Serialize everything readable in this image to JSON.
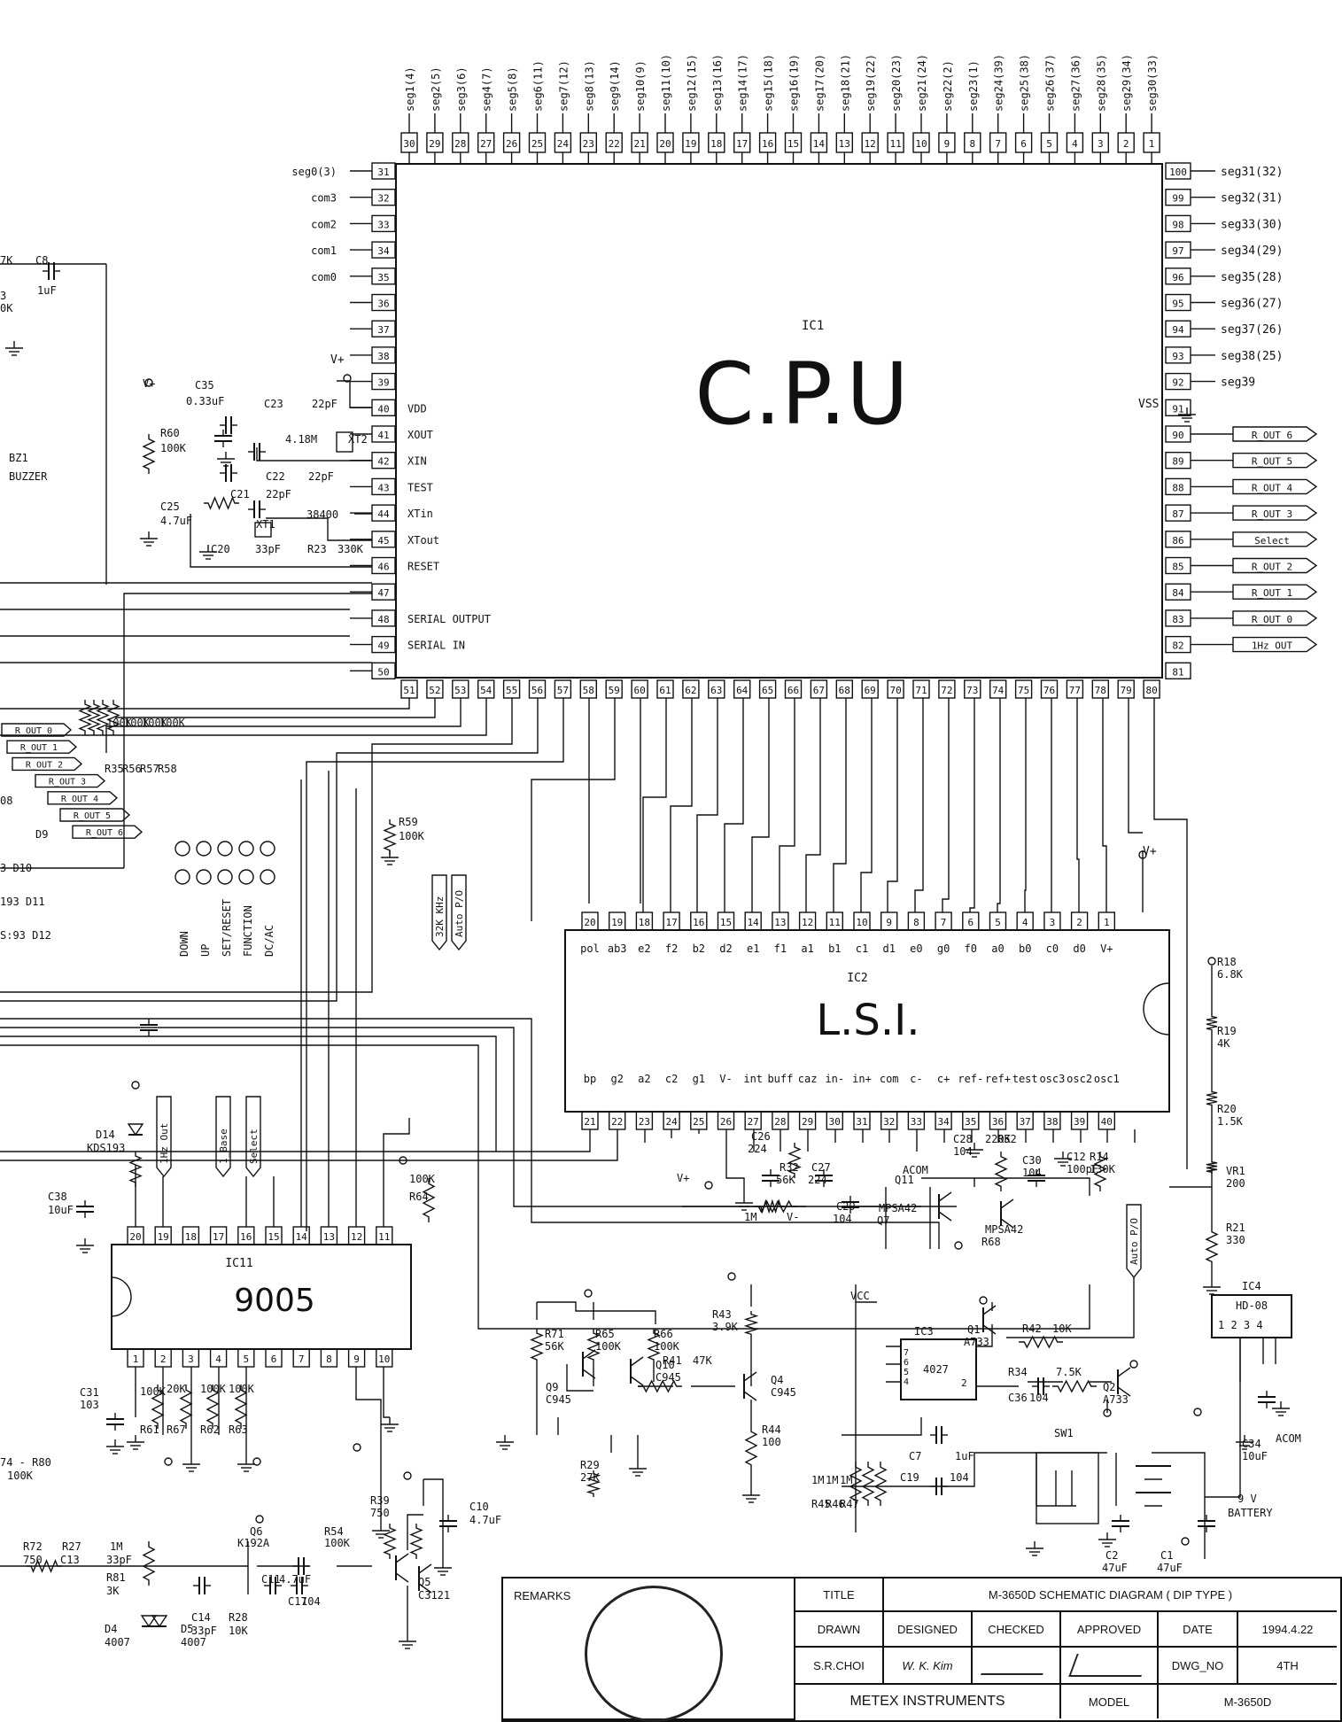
{
  "top_pins": {
    "labels": [
      "seg1(4)",
      "seg2(5)",
      "seg3(6)",
      "seg4(7)",
      "seg5(8)",
      "seg6(11)",
      "seg7(12)",
      "seg8(13)",
      "seg9(14)",
      "seg10(9)",
      "seg11(10)",
      "seg12(15)",
      "seg13(16)",
      "seg14(17)",
      "seg15(18)",
      "seg16(19)",
      "seg17(20)",
      "seg18(21)",
      "seg19(22)",
      "seg20(23)",
      "seg21(24)",
      "seg22(2)",
      "seg23(1)",
      "seg24(39)",
      "seg25(38)",
      "seg26(37)",
      "seg27(36)",
      "seg28(35)",
      "seg29(34)",
      "seg30(33)"
    ],
    "numbers": [
      "30",
      "29",
      "28",
      "27",
      "26",
      "25",
      "24",
      "23",
      "22",
      "21",
      "20",
      "19",
      "18",
      "17",
      "16",
      "15",
      "14",
      "13",
      "12",
      "11",
      "10",
      "9",
      "8",
      "7",
      "6",
      "5",
      "4",
      "3",
      "2",
      "1"
    ]
  },
  "left_pins": {
    "numbers": [
      "31",
      "32",
      "33",
      "34",
      "35",
      "36",
      "37",
      "38",
      "39",
      "40",
      "41",
      "42",
      "43",
      "44",
      "45",
      "46",
      "47",
      "48",
      "49",
      "50"
    ],
    "outer_labels": [
      "seg0(3)",
      "com3",
      "com2",
      "com1",
      "com0",
      "",
      "",
      "",
      "",
      "",
      "",
      "",
      "",
      "",
      "",
      "",
      "",
      "",
      "",
      ""
    ],
    "inner_labels": [
      "",
      "",
      "",
      "",
      "",
      "",
      "",
      "",
      "",
      "VDD",
      "XOUT",
      "XIN",
      "TEST",
      "XTin",
      "XTout",
      "RESET",
      "",
      "SERIAL OUTPUT",
      "SERIAL IN",
      ""
    ]
  },
  "right_pins": {
    "numbers": [
      "100",
      "99",
      "98",
      "97",
      "96",
      "95",
      "94",
      "93",
      "92",
      "91",
      "90",
      "89",
      "88",
      "87",
      "86",
      "85",
      "84",
      "83",
      "82",
      "81"
    ],
    "labels": [
      "seg31(32)",
      "seg32(31)",
      "seg33(30)",
      "seg34(29)",
      "seg35(28)",
      "seg36(27)",
      "seg37(26)",
      "seg38(25)",
      "seg39",
      "",
      "",
      "",
      "",
      "",
      "",
      "",
      "",
      "",
      "",
      ""
    ],
    "flags": [
      "",
      "",
      "",
      "",
      "",
      "",
      "",
      "",
      "",
      "",
      "R_OUT 6",
      "R_OUT 5",
      "R_OUT 4",
      "R_OUT 3",
      "Select",
      "R_OUT 2",
      "R_OUT 1",
      "R_OUT 0",
      "1Hz OUT",
      ""
    ]
  },
  "bottom_pins": {
    "numbers": [
      "51",
      "52",
      "53",
      "54",
      "55",
      "56",
      "57",
      "58",
      "59",
      "60",
      "61",
      "62",
      "63",
      "64",
      "65",
      "66",
      "67",
      "68",
      "69",
      "70",
      "71",
      "72",
      "73",
      "74",
      "75",
      "76",
      "77",
      "78",
      "79",
      "80"
    ]
  },
  "ic1": {
    "ref": "IC1",
    "name": "C.P.U",
    "vss": "VSS",
    "vplus": "V+"
  },
  "ic2": {
    "ref": "IC2",
    "name": "L.S.I.",
    "vplus": "V+",
    "top_numbers": [
      "20",
      "19",
      "18",
      "17",
      "16",
      "15",
      "14",
      "13",
      "12",
      "11",
      "10",
      "9",
      "8",
      "7",
      "6",
      "5",
      "4",
      "3",
      "2",
      "1"
    ],
    "top_labels": [
      "pol",
      "ab3",
      "e2",
      "f2",
      "b2",
      "d2",
      "e1",
      "f1",
      "a1",
      "b1",
      "c1",
      "d1",
      "e0",
      "g0",
      "f0",
      "a0",
      "b0",
      "c0",
      "d0",
      "V+"
    ],
    "bottom_numbers": [
      "21",
      "22",
      "23",
      "24",
      "25",
      "26",
      "27",
      "28",
      "29",
      "30",
      "31",
      "32",
      "33",
      "34",
      "35",
      "36",
      "37",
      "38",
      "39",
      "40"
    ],
    "bottom_labels": [
      "bp",
      "g2",
      "a2",
      "c2",
      "g1",
      "V-",
      "int",
      "buff",
      "caz",
      "in-",
      "in+",
      "com",
      "c-",
      "c+",
      "ref-",
      "ref+",
      "test",
      "osc3",
      "osc2",
      "osc1"
    ]
  },
  "ic11": {
    "ref": "IC11",
    "name": "9005",
    "top_numbers": [
      "20",
      "19",
      "18",
      "17",
      "16",
      "15",
      "14",
      "13",
      "12",
      "11"
    ],
    "bottom_numbers": [
      "1",
      "2",
      "3",
      "4",
      "5",
      "6",
      "7",
      "8",
      "9",
      "10"
    ]
  },
  "ic3": {
    "ref": "IC3",
    "name": "4027",
    "pins": [
      "7",
      "6",
      "5",
      "4",
      "2"
    ]
  },
  "ic4": {
    "ref": "IC4",
    "name": "HD-08",
    "pins": "1 2 3 4"
  },
  "components": [
    {
      "t": "7K"
    },
    {
      "t": "C8"
    },
    {
      "t": "1uF"
    },
    {
      "t": "3"
    },
    {
      "t": "0K"
    },
    {
      "t": "BZ1"
    },
    {
      "t": "BUZZER"
    },
    {
      "t": "V+"
    },
    {
      "t": "R60"
    },
    {
      "t": "100K"
    },
    {
      "t": "C25"
    },
    {
      "t": "4.7uF"
    },
    {
      "t": "C35"
    },
    {
      "t": "0.33uF"
    },
    {
      "t": "C23"
    },
    {
      "t": "22pF"
    },
    {
      "t": "4.18M"
    },
    {
      "t": "XT2"
    },
    {
      "t": "C22"
    },
    {
      "t": "22pF"
    },
    {
      "t": "C21"
    },
    {
      "t": "22pF"
    },
    {
      "t": "XT1"
    },
    {
      "t": "38400"
    },
    {
      "t": "C20"
    },
    {
      "t": "33pF"
    },
    {
      "t": "R23"
    },
    {
      "t": "330K"
    },
    {
      "t": "R59"
    },
    {
      "t": "100K"
    },
    {
      "t": "R35"
    },
    {
      "t": "R56"
    },
    {
      "t": "R57"
    },
    {
      "t": "R58"
    },
    {
      "t": "100K"
    },
    {
      "t": "100K"
    },
    {
      "t": "100K"
    },
    {
      "t": "100K"
    },
    {
      "t": "D14"
    },
    {
      "t": "KDS193"
    },
    {
      "t": "C38"
    },
    {
      "t": "10uF"
    },
    {
      "t": "C31"
    },
    {
      "t": "103"
    },
    {
      "t": "R61"
    },
    {
      "t": "100K"
    },
    {
      "t": "R67"
    },
    {
      "t": "20K"
    },
    {
      "t": "R62"
    },
    {
      "t": "100K"
    },
    {
      "t": "R63"
    },
    {
      "t": "100K"
    },
    {
      "t": "R64"
    },
    {
      "t": "100K"
    },
    {
      "t": "74 - R80"
    },
    {
      "t": "100K"
    },
    {
      "t": "R72"
    },
    {
      "t": "R27"
    },
    {
      "t": "1M"
    },
    {
      "t": "750"
    },
    {
      "t": "C13"
    },
    {
      "t": "33pF"
    },
    {
      "t": "R81"
    },
    {
      "t": "3K"
    },
    {
      "t": "D4"
    },
    {
      "t": "4007"
    },
    {
      "t": "D5"
    },
    {
      "t": "4007"
    },
    {
      "t": "C14"
    },
    {
      "t": "33pF"
    },
    {
      "t": "R28"
    },
    {
      "t": "10K"
    },
    {
      "t": "C17"
    },
    {
      "t": "104"
    },
    {
      "t": "C11"
    },
    {
      "t": "4.7uF"
    },
    {
      "t": "Q6"
    },
    {
      "t": "K192A"
    },
    {
      "t": "R54"
    },
    {
      "t": "100K"
    },
    {
      "t": "R39"
    },
    {
      "t": "750"
    },
    {
      "t": "Q5"
    },
    {
      "t": "C3121"
    },
    {
      "t": "C10"
    },
    {
      "t": "4.7uF"
    },
    {
      "t": "R71"
    },
    {
      "t": "56K"
    },
    {
      "t": "R65"
    },
    {
      "t": "100K"
    },
    {
      "t": "R66"
    },
    {
      "t": "100K"
    },
    {
      "t": "Q9"
    },
    {
      "t": "C945"
    },
    {
      "t": "Q10"
    },
    {
      "t": "C945"
    },
    {
      "t": "R41"
    },
    {
      "t": "47K"
    },
    {
      "t": "R43"
    },
    {
      "t": "3.9K"
    },
    {
      "t": "Q4"
    },
    {
      "t": "C945"
    },
    {
      "t": "R44"
    },
    {
      "t": "100"
    },
    {
      "t": "R29"
    },
    {
      "t": "27K"
    },
    {
      "t": "VCC"
    },
    {
      "t": "Q1"
    },
    {
      "t": "A733"
    },
    {
      "t": "R42"
    },
    {
      "t": "10K"
    },
    {
      "t": "R34"
    },
    {
      "t": "7.5K"
    },
    {
      "t": "C36"
    },
    {
      "t": "104"
    },
    {
      "t": "Q2"
    },
    {
      "t": "A733"
    },
    {
      "t": "SW1"
    },
    {
      "t": "C7"
    },
    {
      "t": "1uF"
    },
    {
      "t": "C19"
    },
    {
      "t": "104"
    },
    {
      "t": "R45"
    },
    {
      "t": "R46"
    },
    {
      "t": "R47"
    },
    {
      "t": "1M"
    },
    {
      "t": "1M"
    },
    {
      "t": "1M"
    },
    {
      "t": "C2"
    },
    {
      "t": "47uF"
    },
    {
      "t": "C1"
    },
    {
      "t": "47uF"
    },
    {
      "t": "9 V"
    },
    {
      "t": "BATTERY"
    },
    {
      "t": "C34"
    },
    {
      "t": "10uF"
    },
    {
      "t": "ACOM"
    },
    {
      "t": "R18"
    },
    {
      "t": "6.8K"
    },
    {
      "t": "R19"
    },
    {
      "t": "4K"
    },
    {
      "t": "R20"
    },
    {
      "t": "1.5K"
    },
    {
      "t": "VR1"
    },
    {
      "t": "200"
    },
    {
      "t": "R21"
    },
    {
      "t": "330"
    },
    {
      "t": "C26"
    },
    {
      "t": "224"
    },
    {
      "t": "R32"
    },
    {
      "t": "56K"
    },
    {
      "t": "C27"
    },
    {
      "t": "224"
    },
    {
      "t": "C29"
    },
    {
      "t": "104"
    },
    {
      "t": "C28"
    },
    {
      "t": "104"
    },
    {
      "t": "220K"
    },
    {
      "t": "R52"
    },
    {
      "t": "C30"
    },
    {
      "t": "104"
    },
    {
      "t": "C12"
    },
    {
      "t": "100pF"
    },
    {
      "t": "R14"
    },
    {
      "t": "130K"
    },
    {
      "t": "ACOM"
    },
    {
      "t": "Q11"
    },
    {
      "t": "MPSA42"
    },
    {
      "t": "Q7"
    },
    {
      "t": "MPSA42"
    },
    {
      "t": "R68"
    },
    {
      "t": "1M"
    },
    {
      "t": "V-"
    },
    {
      "t": "V+"
    }
  ],
  "left_flags": [
    "R_OUT 0",
    "R_OUT 1",
    "R_OUT 2",
    "R_OUT 3",
    "R_OUT 4",
    "R_OUT 5",
    "R_OUT 6"
  ],
  "left_fragments": [
    "08",
    "D9",
    "3 D10",
    "193 D11",
    "S:93 D12"
  ],
  "switch_labels": [
    "DOWN",
    "UP",
    "SET/RESET",
    "FUNCTION",
    "DC/AC"
  ],
  "vflags": {
    "f1": "32K KHz",
    "f2": "Auto P/O",
    "f3": "1Hz Out",
    "f4": "1_Base",
    "f5": "Select",
    "f6": "Auto P/O"
  },
  "title_block": {
    "remarks": "REMARKS",
    "title_label": "TITLE",
    "title": "M-3650D SCHEMATIC DIAGRAM ( DIP TYPE )",
    "drawn_label": "DRAWN",
    "designed_label": "DESIGNED",
    "checked_label": "CHECKED",
    "approved_label": "APPROVED",
    "date_label": "DATE",
    "date": "1994.4.22",
    "drawn_by": "S.R.CHOI",
    "designed_by": "W. K. Kim",
    "dwg_label": "DWG_NO",
    "dwg_no": "4TH",
    "company": "METEX INSTRUMENTS",
    "model_label": "MODEL",
    "model": "M-3650D"
  }
}
